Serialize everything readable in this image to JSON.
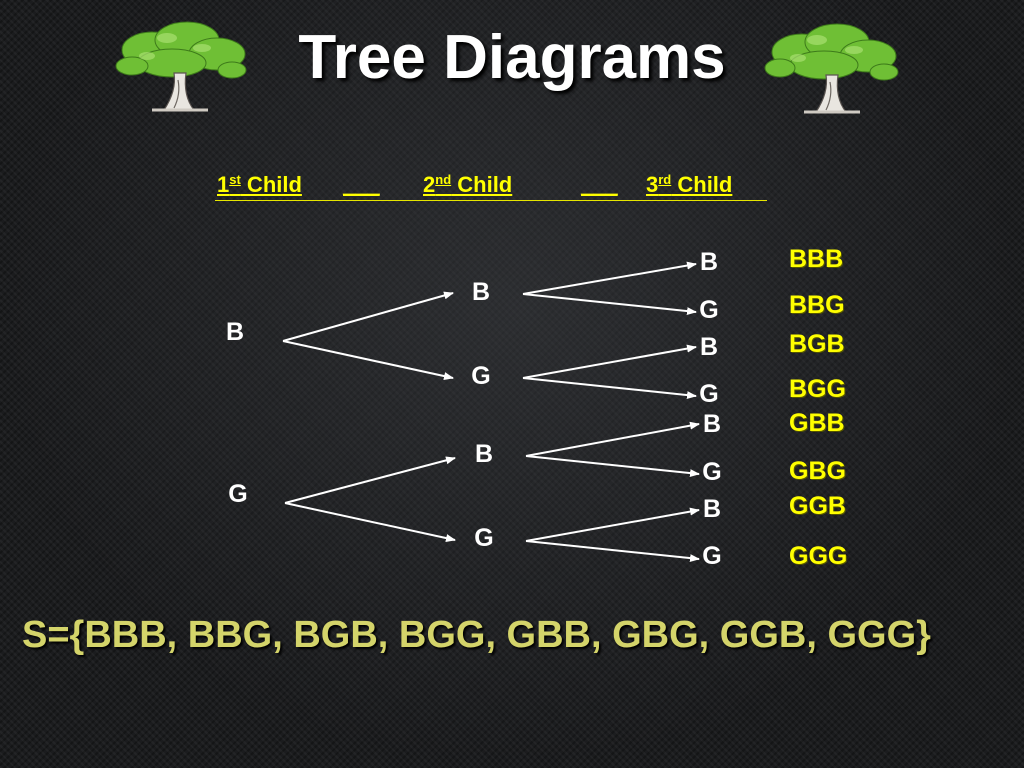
{
  "slide": {
    "title": "Tree Diagrams",
    "header": {
      "first": {
        "num": "1",
        "sup": "st",
        "label": " Child"
      },
      "second": {
        "num": "2",
        "sup": "nd",
        "label": " Child"
      },
      "third": {
        "num": "3",
        "sup": "rd",
        "label": " Child"
      },
      "blank": "___"
    },
    "level1": [
      "B",
      "G"
    ],
    "level2": [
      "B",
      "G",
      "B",
      "G"
    ],
    "level3": [
      "B",
      "G",
      "B",
      "G",
      "B",
      "G",
      "B",
      "G"
    ],
    "outcomes": [
      "BBB",
      "BBG",
      "BGB",
      "BGG",
      "GBB",
      "GBG",
      "GGB",
      "GGG"
    ],
    "sample_space": "S={BBB, BBG, BGB, BGG, GBB, GBG, GGB, GGG}",
    "colors": {
      "header": "#ffff00",
      "outcome": "#ffff00",
      "node": "#ffffff",
      "sample_space": "#d4d46a",
      "tree_foliage": "#7cc83a"
    },
    "icons": [
      "tree-icon",
      "tree-icon"
    ]
  }
}
